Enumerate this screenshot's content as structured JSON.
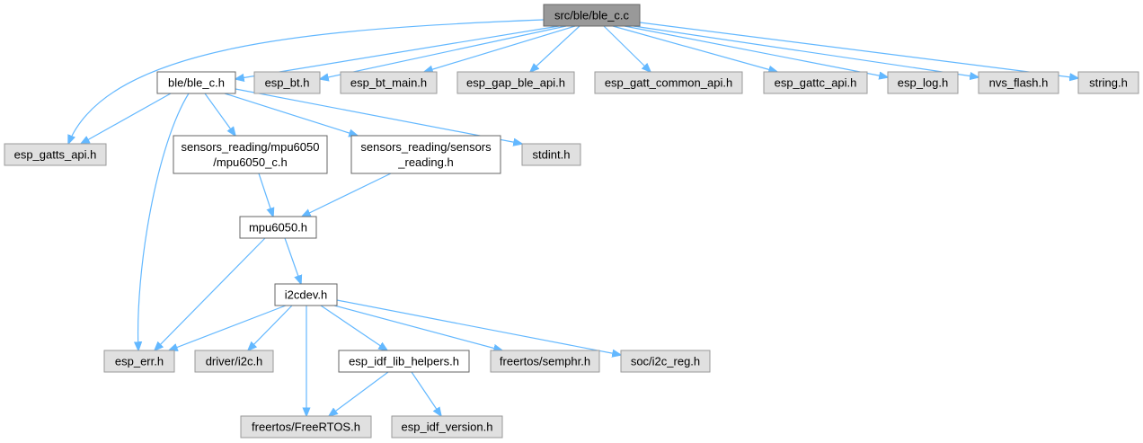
{
  "colors": {
    "root_fill": "#999999",
    "root_stroke": "#666666",
    "internal_fill": "#ffffff",
    "internal_stroke": "#666666",
    "external_fill": "#e0e0e0",
    "external_stroke": "#999999",
    "edge": "#63b8ff"
  },
  "nodes": {
    "ble_c_c": [
      "src/ble/ble_c.c"
    ],
    "ble_c_h": [
      "ble/ble_c.h"
    ],
    "esp_bt": [
      "esp_bt.h"
    ],
    "esp_bt_main": [
      "esp_bt_main.h"
    ],
    "esp_gap_ble_api": [
      "esp_gap_ble_api.h"
    ],
    "esp_gatt_common_api": [
      "esp_gatt_common_api.h"
    ],
    "esp_gattc_api": [
      "esp_gattc_api.h"
    ],
    "esp_log": [
      "esp_log.h"
    ],
    "nvs_flash": [
      "nvs_flash.h"
    ],
    "string_h": [
      "string.h"
    ],
    "esp_gatts_api": [
      "esp_gatts_api.h"
    ],
    "mpu6050_c_h": [
      "sensors_reading/mpu6050",
      "/mpu6050_c.h"
    ],
    "sensors_reading_h": [
      "sensors_reading/sensors",
      "_reading.h"
    ],
    "stdint": [
      "stdint.h"
    ],
    "mpu6050_h": [
      "mpu6050.h"
    ],
    "i2cdev": [
      "i2cdev.h"
    ],
    "esp_err": [
      "esp_err.h"
    ],
    "driver_i2c": [
      "driver/i2c.h"
    ],
    "esp_idf_lib_helpers": [
      "esp_idf_lib_helpers.h"
    ],
    "freertos_semphr": [
      "freertos/semphr.h"
    ],
    "soc_i2c_reg": [
      "soc/i2c_reg.h"
    ],
    "freertos_freertos": [
      "freertos/FreeRTOS.h"
    ],
    "esp_idf_version": [
      "esp_idf_version.h"
    ]
  }
}
